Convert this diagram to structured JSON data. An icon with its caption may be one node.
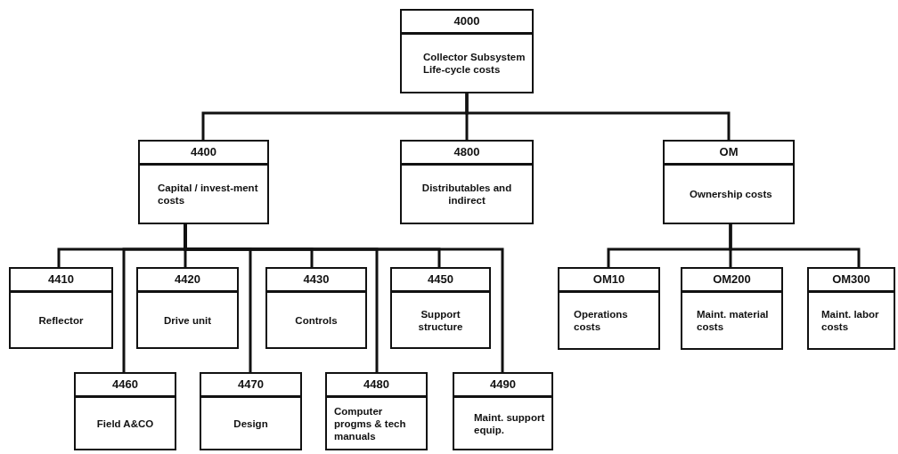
{
  "diagram": {
    "nodes": [
      {
        "text": [
          "4000",
          "Collector Subsystem Life-cycle costs"
        ]
      },
      {
        "text": [
          "4400",
          "Capital / invest-ment costs"
        ]
      },
      {
        "text": [
          "4800",
          "Distributables and indirect"
        ]
      },
      {
        "text": [
          "OM",
          "Ownership costs"
        ]
      },
      {
        "text": [
          "4410",
          "Reflector"
        ]
      },
      {
        "text": [
          "4420",
          "Drive unit"
        ]
      },
      {
        "text": [
          "4430",
          "Controls"
        ]
      },
      {
        "text": [
          "4450",
          "Support structure"
        ]
      },
      {
        "text": [
          "OM10",
          "Operations costs"
        ]
      },
      {
        "text": [
          "OM200",
          "Maint. material costs"
        ]
      },
      {
        "text": [
          "OM300",
          "Maint. labor costs"
        ]
      },
      {
        "text": [
          "4460",
          "Field A&CO"
        ]
      },
      {
        "text": [
          "4470",
          "Design"
        ]
      },
      {
        "text": [
          "4480",
          "Computer progms & tech manuals"
        ]
      },
      {
        "text": [
          "4490",
          "Maint. support equip."
        ]
      }
    ],
    "edges": [
      {
        "from": 0,
        "to": 1,
        "arrow": "none"
      },
      {
        "from": 0,
        "to": 2,
        "arrow": "none"
      },
      {
        "from": 0,
        "to": 3,
        "arrow": "none"
      },
      {
        "from": 1,
        "to": 4,
        "arrow": "none"
      },
      {
        "from": 1,
        "to": 11,
        "arrow": "none"
      },
      {
        "from": 1,
        "to": 5,
        "arrow": "none"
      },
      {
        "from": 1,
        "to": 12,
        "arrow": "none"
      },
      {
        "from": 1,
        "to": 6,
        "arrow": "none"
      },
      {
        "from": 1,
        "to": 13,
        "arrow": "none"
      },
      {
        "from": 1,
        "to": 7,
        "arrow": "none"
      },
      {
        "from": 1,
        "to": 14,
        "arrow": "none"
      },
      {
        "from": 3,
        "to": 8,
        "arrow": "none"
      },
      {
        "from": 3,
        "to": 9,
        "arrow": "none"
      },
      {
        "from": 3,
        "to": 10,
        "arrow": "none"
      }
    ]
  }
}
